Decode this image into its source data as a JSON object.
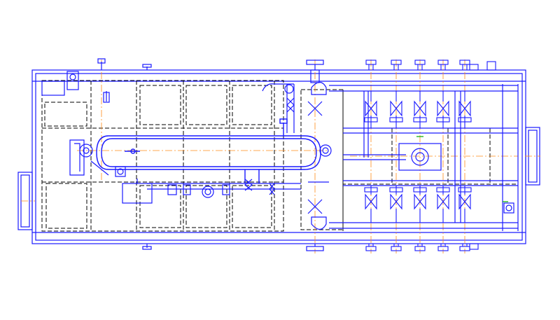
{
  "drawing": {
    "kind": "cad-plan-view",
    "background": "#ffffff",
    "colors": {
      "outline": "#1a1aff",
      "dashed": "#000000",
      "centerline": "#ff8c1a",
      "accent_green": "#00aa00"
    },
    "components": {
      "skid_frame": "skid-frame",
      "separator_vessel": "horizontal-separator-vessel",
      "valve_rows": "valve-manifold-rows",
      "pump": "pump-unit"
    }
  }
}
